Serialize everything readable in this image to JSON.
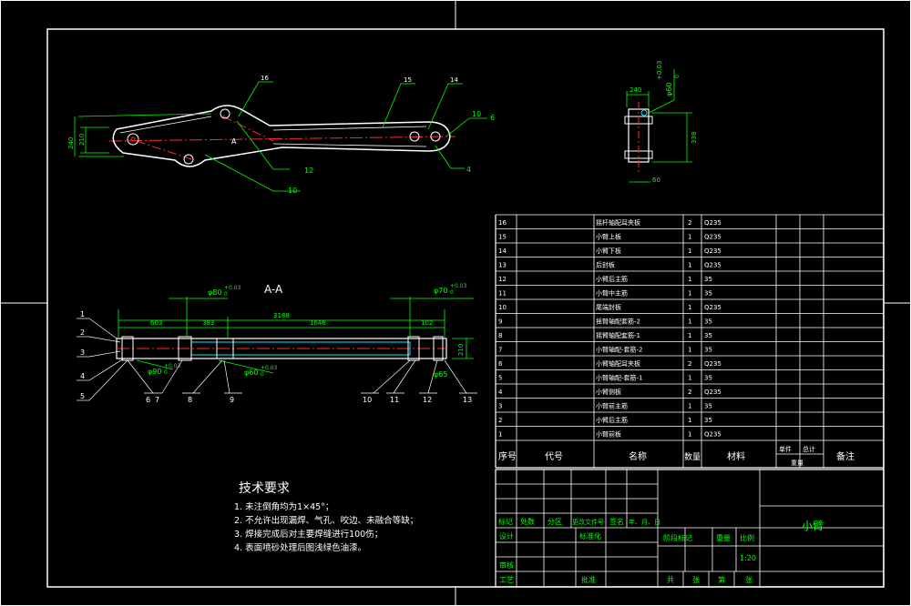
{
  "drawing": {
    "section_label": "A-A",
    "view_marker": "A",
    "tech_requirements": {
      "title": "技术要求",
      "items": [
        "1. 未注倒角均为1×45°；",
        "2. 不允许出现漏焊、气孔、咬边、未融合等缺；",
        "3. 焊接完成后对主要焊缝进行100伤；",
        "4. 表面喷砂处理后图浅绿色油漆。"
      ]
    },
    "top_view": {
      "part_refs": [
        "16",
        "15",
        "14"
      ],
      "weld_symbols": [
        "10",
        "6",
        "12",
        "10",
        "4"
      ],
      "dims": [
        "210",
        "240"
      ]
    },
    "side_view": {
      "dims": [
        "240",
        "φ60",
        "+0.03",
        "0",
        "338",
        "60"
      ]
    },
    "section_view": {
      "dims": [
        "603",
        "383",
        "3188",
        "1646",
        "102",
        "210"
      ],
      "fits": [
        {
          "text": "φ80",
          "tol": "+0.03",
          "low": "0"
        },
        {
          "text": "φ70",
          "tol": "+0.03",
          "low": "0"
        },
        {
          "text": "φ60",
          "tol": "+0.03",
          "low": "0"
        },
        {
          "text": "φ90",
          "tol": "+0.03",
          "low": "0"
        },
        {
          "text": "φ65",
          "tol": "",
          "low": ""
        }
      ],
      "callouts_left": [
        "1",
        "2",
        "3",
        "4",
        "5"
      ],
      "callouts_bottom": [
        "6",
        "7",
        "8",
        "9",
        "10",
        "11",
        "12",
        "13"
      ]
    },
    "bom": {
      "rows": [
        {
          "no": "16",
          "name": "摇杆轴配耳夹板",
          "qty": "2",
          "mat": "Q235"
        },
        {
          "no": "15",
          "name": "小臂上板",
          "qty": "1",
          "mat": "Q235"
        },
        {
          "no": "14",
          "name": "小臂下板",
          "qty": "1",
          "mat": "Q235"
        },
        {
          "no": "13",
          "name": "后封板",
          "qty": "1",
          "mat": "Q235"
        },
        {
          "no": "12",
          "name": "小臂后主筋",
          "qty": "1",
          "mat": "35"
        },
        {
          "no": "11",
          "name": "小臂中主筋",
          "qty": "1",
          "mat": "35"
        },
        {
          "no": "10",
          "name": "尾端封板",
          "qty": "1",
          "mat": "Q235"
        },
        {
          "no": "9",
          "name": "摇臂轴配套筋-2",
          "qty": "1",
          "mat": "35"
        },
        {
          "no": "8",
          "name": "摇臂轴配套筋-1",
          "qty": "1",
          "mat": "35"
        },
        {
          "no": "7",
          "name": "小臂轴配-套筋-2",
          "qty": "1",
          "mat": "35"
        },
        {
          "no": "6",
          "name": "小臂轴配耳夹板",
          "qty": "2",
          "mat": "Q235"
        },
        {
          "no": "5",
          "name": "小臂轴配-套筋-1",
          "qty": "1",
          "mat": "35"
        },
        {
          "no": "4",
          "name": "小臂侧板",
          "qty": "2",
          "mat": "Q235"
        },
        {
          "no": "3",
          "name": "小臂前主筋",
          "qty": "1",
          "mat": "35"
        },
        {
          "no": "2",
          "name": "小臂后主筋",
          "qty": "1",
          "mat": "35"
        },
        {
          "no": "1",
          "name": "小臂前板",
          "qty": "1",
          "mat": "Q235"
        }
      ],
      "header": {
        "no": "序号",
        "code": "代号",
        "name": "名称",
        "qty": "数量",
        "mat": "材料",
        "unit": "单件",
        "total": "总计",
        "weight": "重量",
        "note": "备注"
      }
    },
    "title_block": {
      "part_name": "小臂",
      "scale": "1:20",
      "row_labels": [
        "标记",
        "处数",
        "分区",
        "更改文件号",
        "签名",
        "年、月、日"
      ],
      "designer": "设计",
      "standardizer": "标准化",
      "checker": "审核",
      "process": "工艺",
      "approve": "批准",
      "stage_mark": "阶段标记",
      "weight": "重量",
      "ratio": "比例",
      "sheets": "共",
      "sheet_label": "张",
      "page": "第",
      "page_label": "张"
    }
  },
  "colors": {
    "frame": "#ffffff",
    "part": "#ffffff",
    "dim": "#00ff00",
    "center": "#ff2a2a",
    "hidden": "#00e5ff",
    "text": "#ffffff",
    "table_text": "#ffffff",
    "table_green": "#00ff00"
  }
}
